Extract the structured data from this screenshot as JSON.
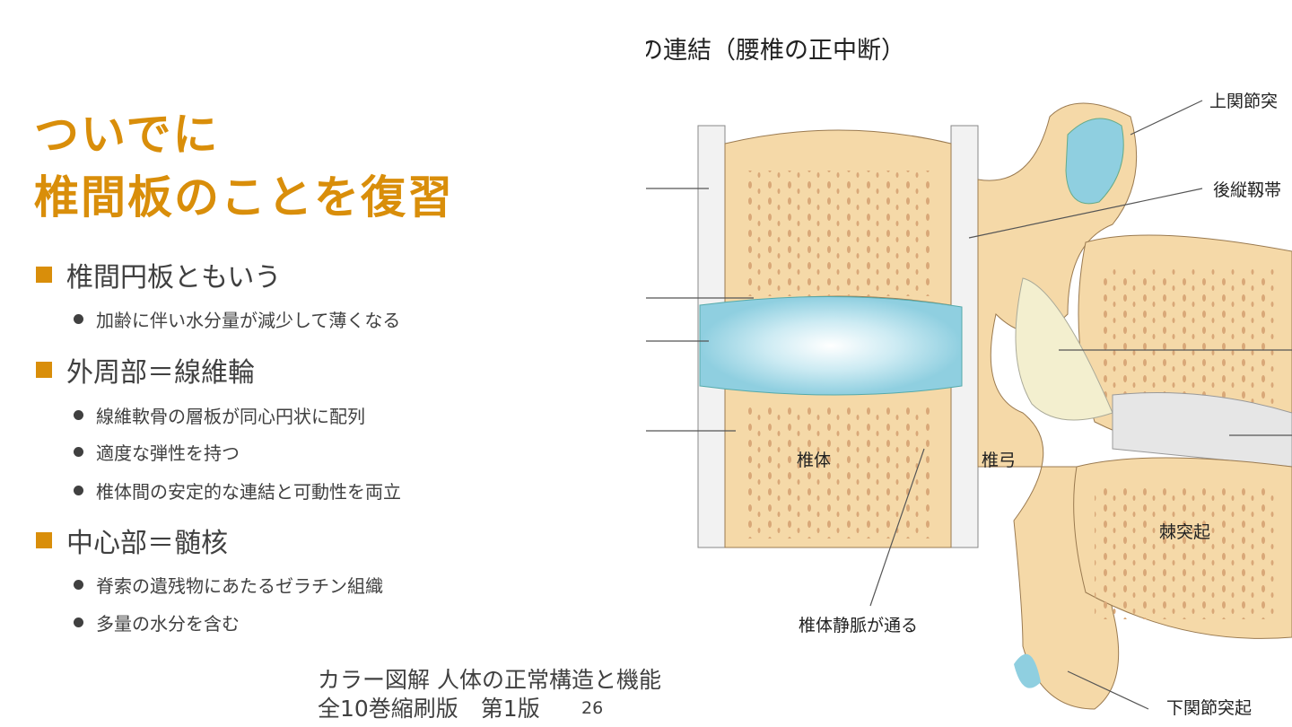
{
  "title": {
    "line1": "ついでに",
    "line2": "椎間板のことを復習"
  },
  "bullets": [
    {
      "text": "椎間円板ともいう",
      "sub": [
        "加齢に伴い水分量が減少して薄くなる"
      ]
    },
    {
      "text": "外周部＝線維輪",
      "sub": [
        "線維軟骨の層板が同心円状に配列",
        "適度な弾性を持つ",
        "椎体間の安定的な連結と可動性を両立"
      ]
    },
    {
      "text": "中心部＝髄核",
      "sub": [
        "脊索の遺残物にあたるゼラチン組織",
        "多量の水分を含む"
      ]
    }
  ],
  "source": {
    "line1": "カラー図解 人体の正常構造と機能",
    "line2": "全10巻縮刷版　第1版"
  },
  "page_number": "26",
  "figure": {
    "header": "の連結（腰椎の正中断）",
    "labels": {
      "superior_articular": "上関節突",
      "posterior_ligament": "後縦靱帯",
      "vertebral_body": "椎体",
      "vertebral_arch": "椎弓",
      "spinous_process": "棘突起",
      "basivertebral_vein": "椎体静脈が通る",
      "inferior_articular": "下関節突起"
    }
  },
  "colors": {
    "accent": "#D98E0A",
    "bone": "#F5D9A8",
    "disc": "#8FCFE0"
  }
}
